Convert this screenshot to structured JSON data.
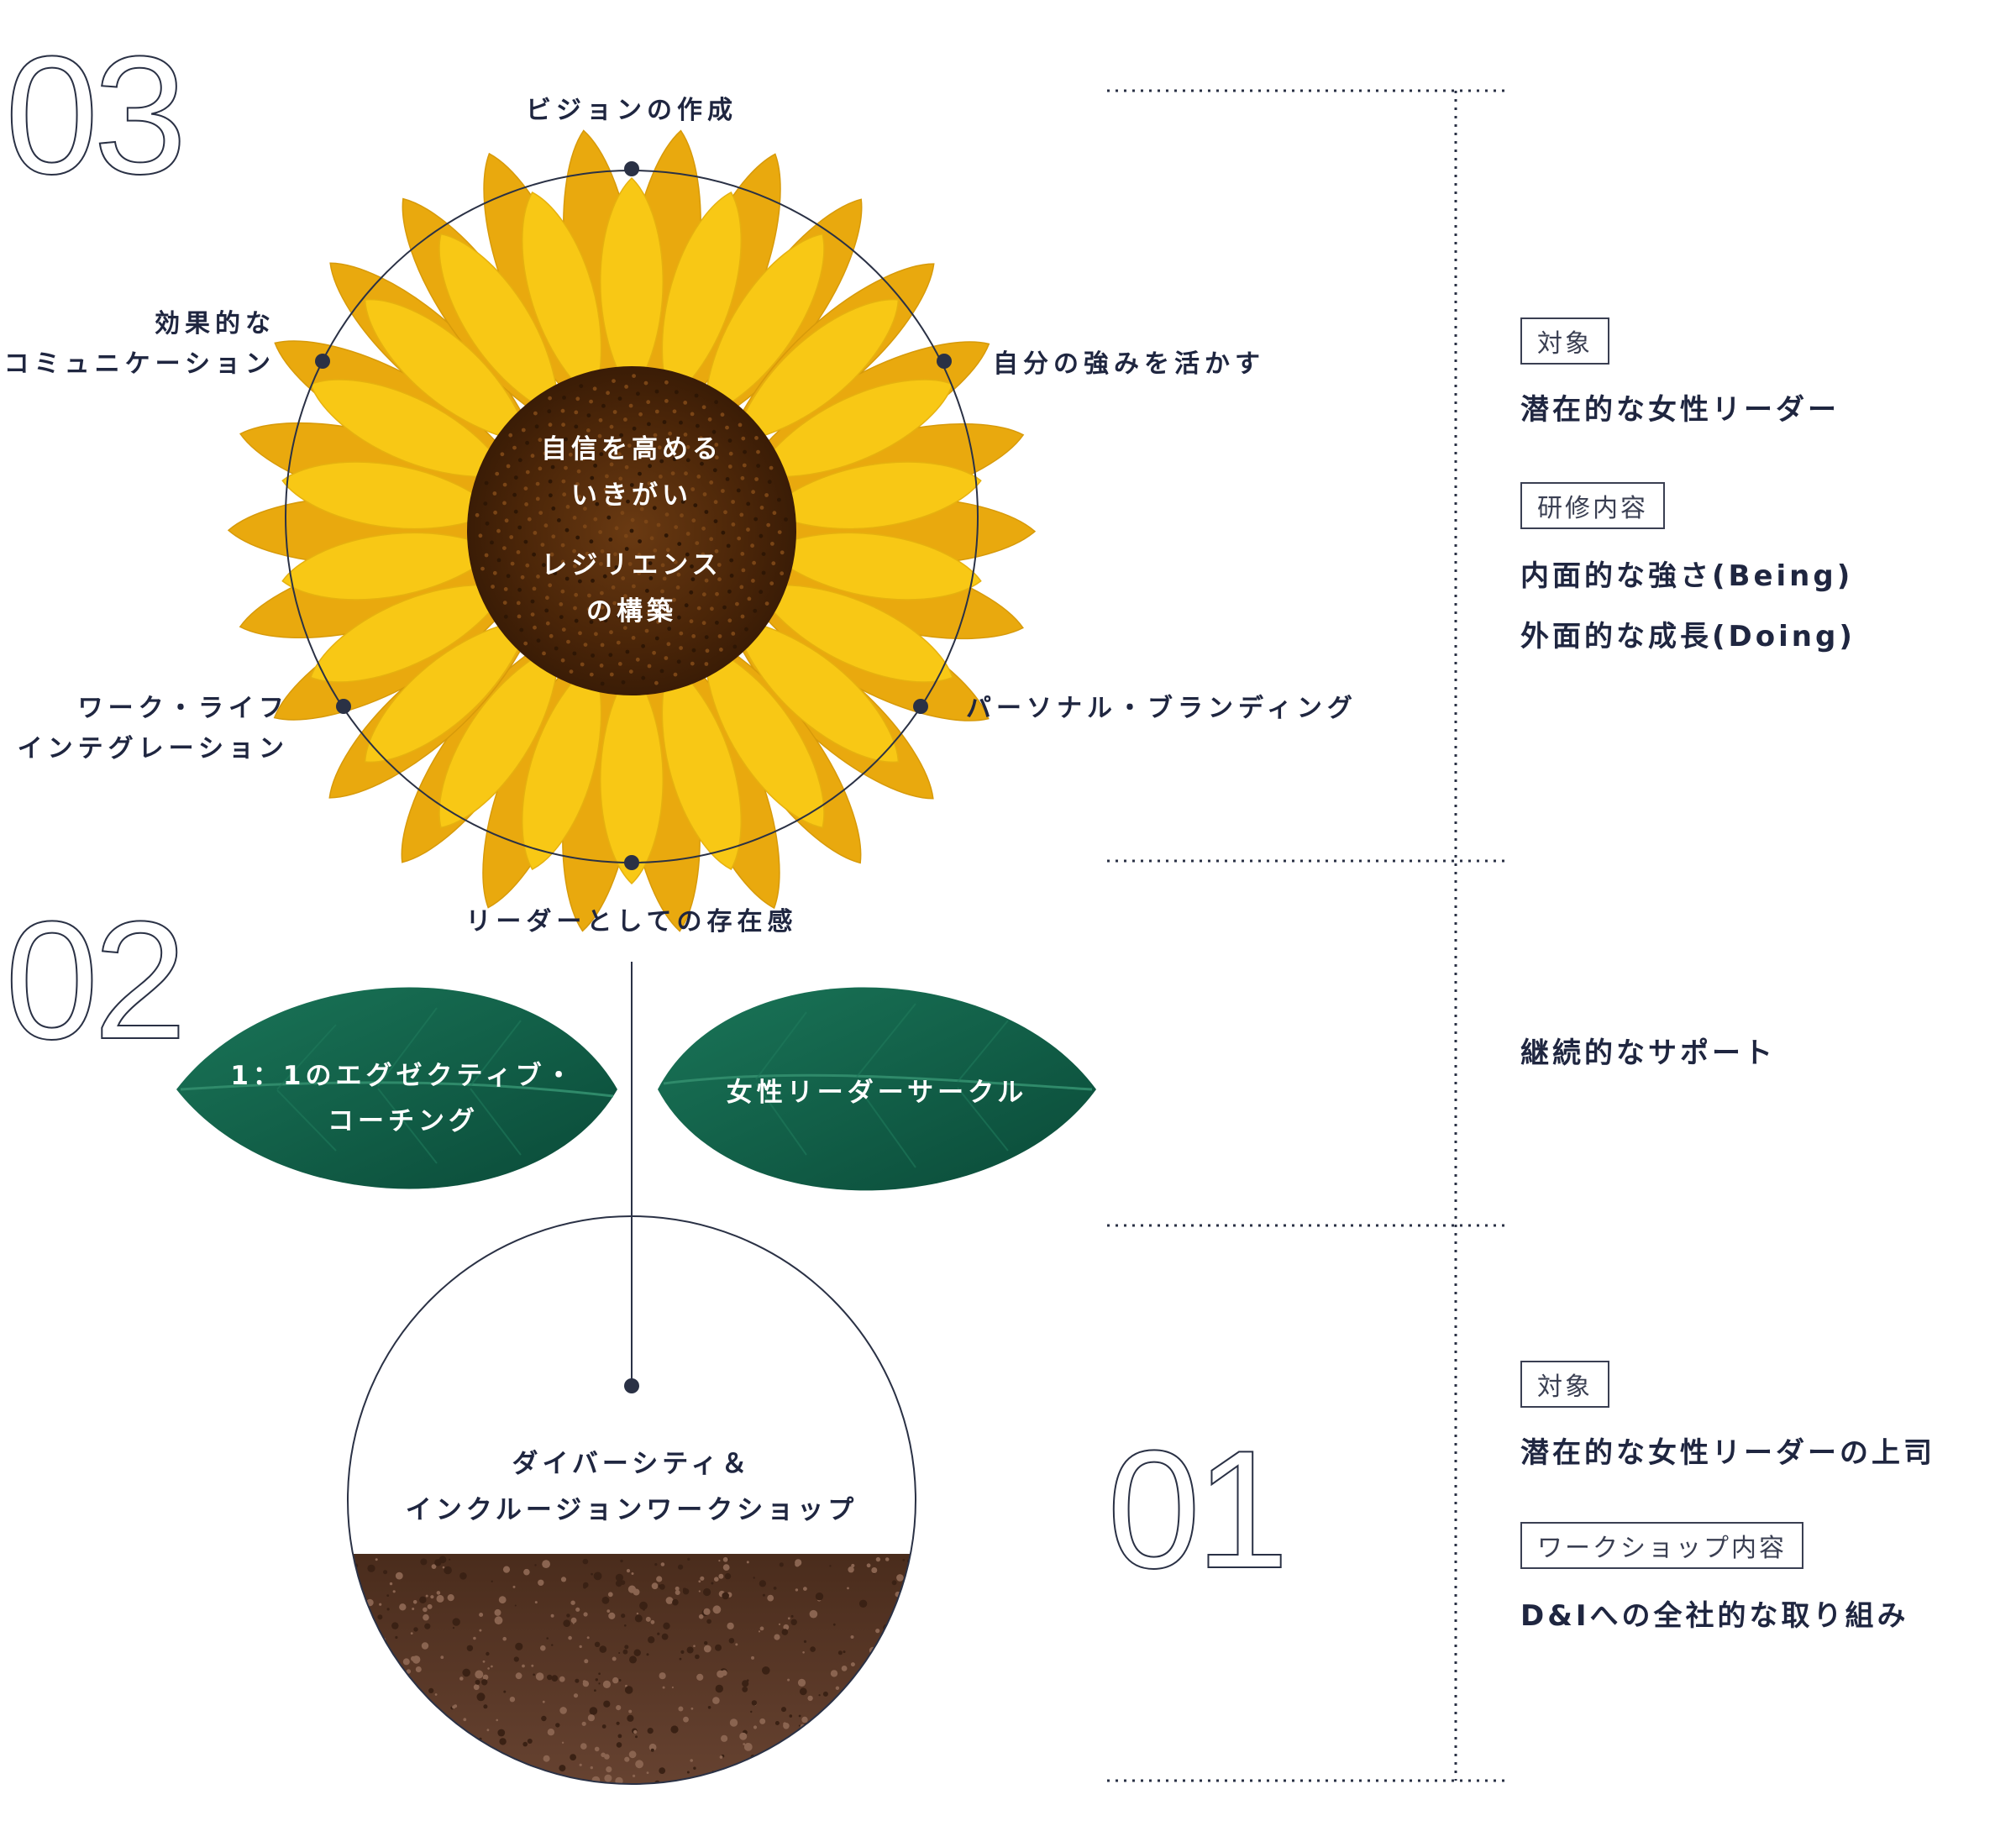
{
  "stages": {
    "s3": "03",
    "s2": "02",
    "s1": "01"
  },
  "flower": {
    "center": {
      "line1": "自信を高める",
      "line2": "いきがい",
      "line3": "レジリエンス",
      "line4": "の構築"
    },
    "top": "ビジョンの作成",
    "left_upper": [
      "効果的な",
      "コミュニケーション"
    ],
    "right_upper": "自分の強みを活かす",
    "left_lower": [
      "ワーク・ライフ",
      "インテグレーション"
    ],
    "right_lower": "パーソナル・ブランディング",
    "bottom": "リーダーとしての存在感"
  },
  "leaves": {
    "left": [
      "1：1のエグゼクティブ・",
      "コーチング"
    ],
    "right": "女性リーダーサークル"
  },
  "root": [
    "ダイバーシティ＆",
    "インクルージョンワークショップ"
  ],
  "info": {
    "stage3": {
      "target_tag": "対象",
      "target": "潜在的な女性リーダー",
      "content_tag": "研修内容",
      "content": [
        "内面的な強さ(Being)",
        "外面的な成長(Doing)"
      ]
    },
    "stage2": {
      "support": "継続的なサポート"
    },
    "stage1": {
      "target_tag": "対象",
      "target": "潜在的な女性リーダーの上司",
      "content_tag": "ワークショップ内容",
      "content": "D&Iへの全社的な取り組み"
    }
  },
  "colors": {
    "petal": "#f7c515",
    "petal_dark": "#e8a50c",
    "seed_center": "#4a2508",
    "leaf": "#0f5b45",
    "soil": "#5a3a28",
    "line": "#2a3145"
  }
}
